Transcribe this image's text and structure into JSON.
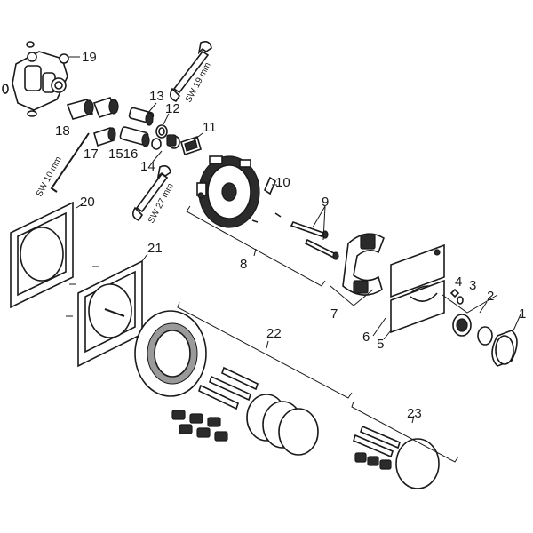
{
  "labels": {
    "p1": "1",
    "p2": "2",
    "p3": "3",
    "p4": "4",
    "p5": "5",
    "p6": "6",
    "p7": "7",
    "p8": "8",
    "p9": "9",
    "p10": "10",
    "p11": "11",
    "p12": "12",
    "p13": "13",
    "p14": "14",
    "p15_16": "1516",
    "p17": "17",
    "p18": "18",
    "p19": "19",
    "p20": "20",
    "p21": "21",
    "p22": "22",
    "p23": "23"
  },
  "tools": {
    "sw19": "SW 19 mm",
    "sw10": "SW 10 mm",
    "sw27": "SW 27 mm"
  }
}
